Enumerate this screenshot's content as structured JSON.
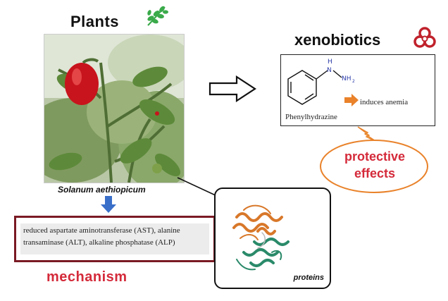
{
  "plants": {
    "title": "Plants",
    "species": "Solanum aethiopicum"
  },
  "mechanism": {
    "text": "reduced aspartate aminotransferase (AST), alanine transaminase (ALT), alkaline phosphatase (ALP)",
    "label": "mechanism"
  },
  "xenobiotics": {
    "title": "xenobiotics",
    "compound_name": "Phenylhydrazine",
    "nh_label": "H",
    "n_label": "N",
    "nh2_label": "NH",
    "nh2_sub": "2",
    "effect": "induces anemia"
  },
  "protective": {
    "text": "protective effects"
  },
  "proteins": {
    "label": "proteins"
  },
  "colors": {
    "accent_red": "#d42a3a",
    "mechanism_border": "#7a1a24",
    "arrow_blue": "#3a6fc9",
    "arrow_orange": "#e9822a",
    "oval_orange": "#e9822a",
    "leaf_green": "#3aaa4a",
    "protein_orange": "#d8782a",
    "protein_teal": "#2a8a6a"
  },
  "icons": {
    "plant": "leaf-icon",
    "xeno": "biohazard-icon"
  }
}
